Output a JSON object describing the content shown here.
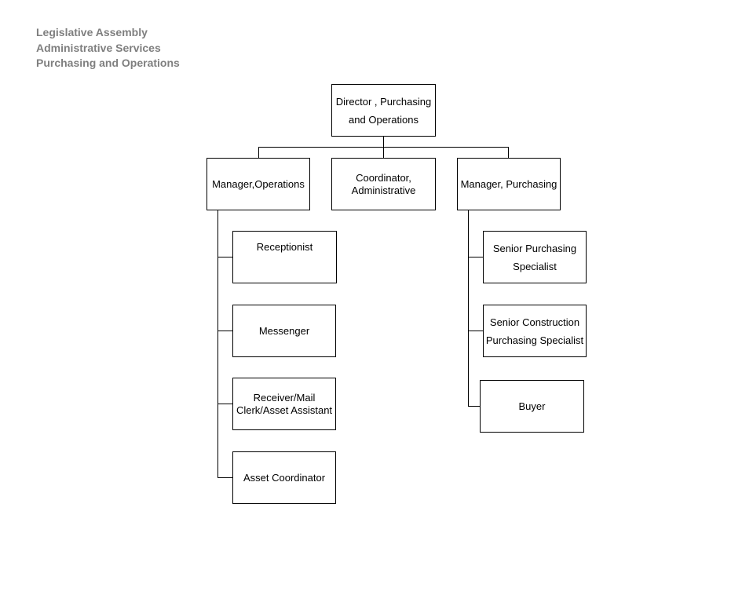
{
  "header": {
    "line1": "Legislative Assembly",
    "line2": "Administrative Services",
    "line3": "Purchasing and Operations"
  },
  "org": {
    "director": "Director , Purchasing and Operations",
    "manager_operations": "Manager,Operations",
    "coordinator_admin": "Coordinator, Administrative",
    "manager_purchasing": "Manager, Purchasing",
    "operations_staff": [
      "Receptionist",
      "Messenger",
      "Receiver/Mail Clerk/Asset Assistant",
      "Asset Coordinator"
    ],
    "purchasing_staff": [
      "Senior Purchasing Specialist",
      "Senior Construction Purchasing Specialist",
      "Buyer"
    ]
  },
  "colors": {
    "header_text": "#7f7f7f",
    "box_border": "#000000",
    "connector": "#000000"
  }
}
